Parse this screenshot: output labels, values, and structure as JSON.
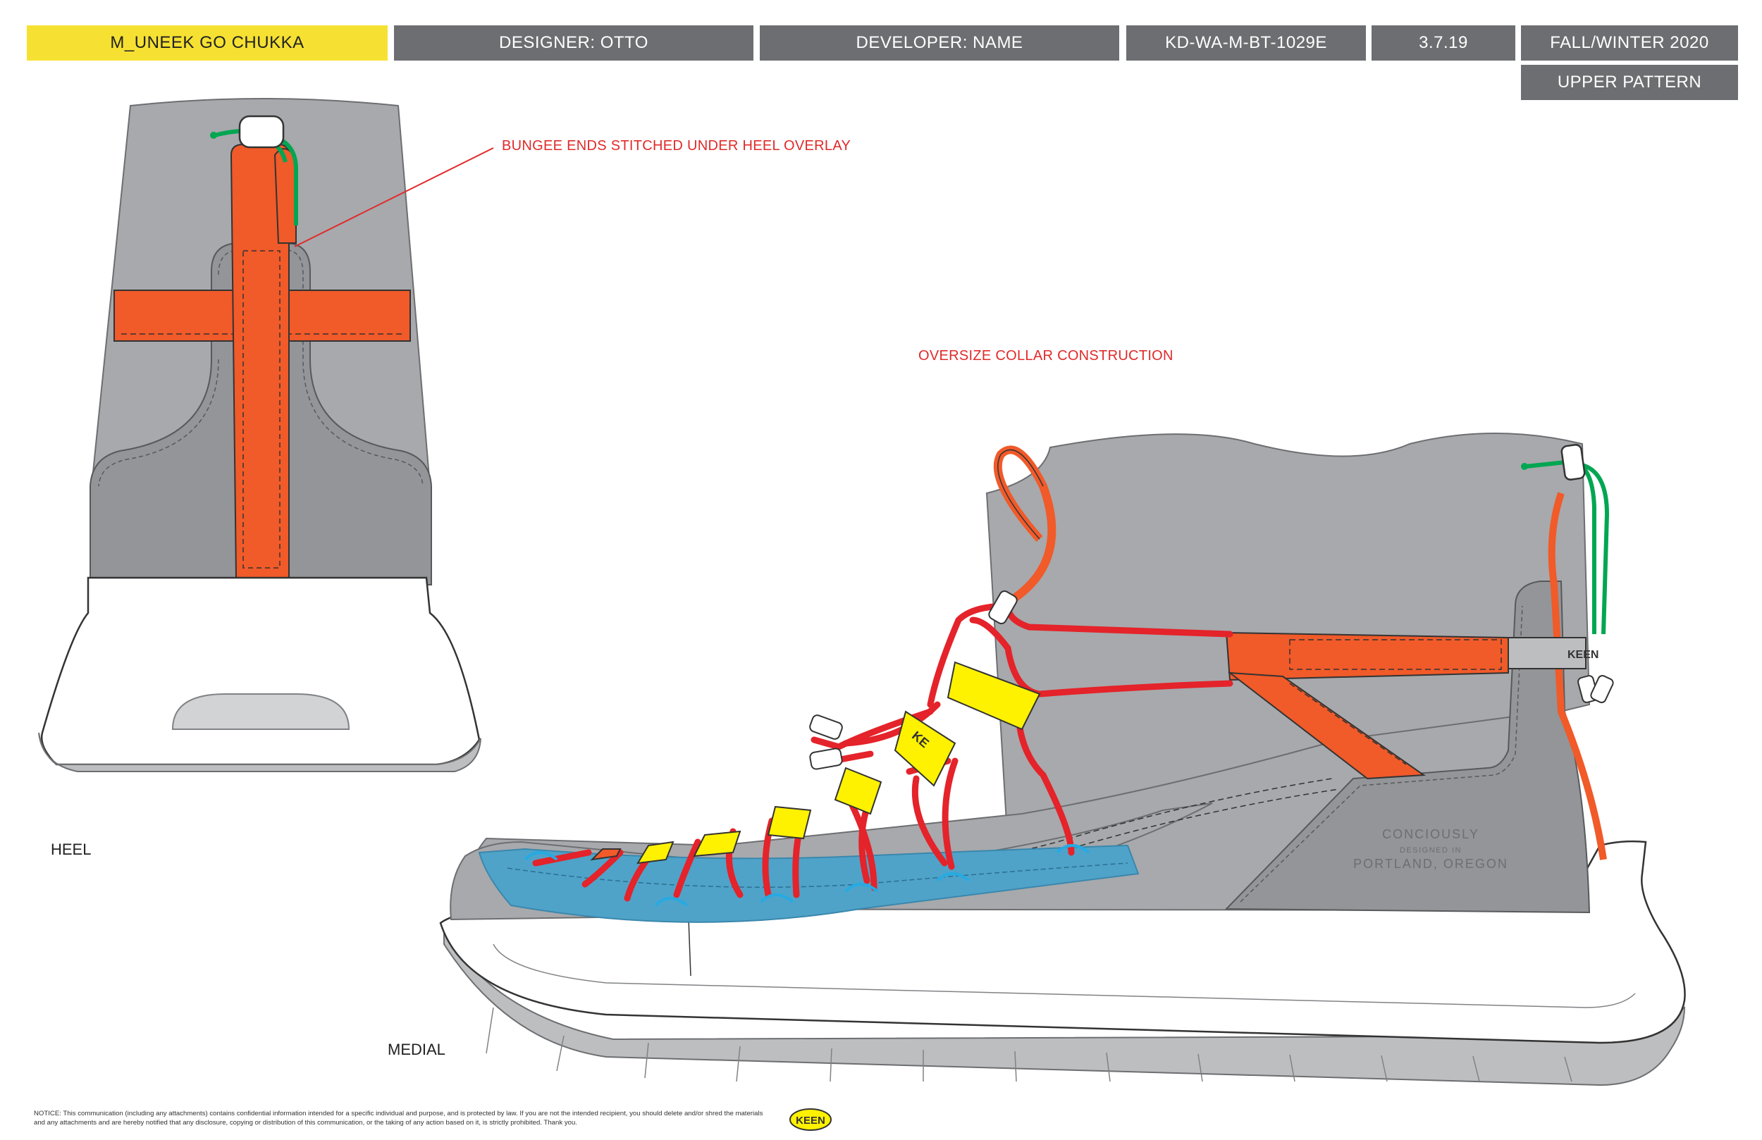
{
  "header": {
    "style_name": "M_UNEEK GO CHUKKA",
    "designer": "DESIGNER: OTTO",
    "developer": "DEVELOPER: NAME",
    "code": "KD-WA-M-BT-1029E",
    "date": "3.7.19",
    "season": "FALL/WINTER 2020",
    "sheet_type": "UPPER PATTERN"
  },
  "views": {
    "heel": "HEEL",
    "medial": "MEDIAL"
  },
  "callouts": {
    "bungee": "BUNGEE ENDS STITCHED UNDER HEEL OVERLAY",
    "collar": "OVERSIZE COLLAR CONSTRUCTION"
  },
  "shoe_print": {
    "line1": "CONCIOUSLY",
    "line2": "DESIGNED IN",
    "line3": "PORTLAND, OREGON"
  },
  "brand": {
    "logo": "KEEN",
    "tab_logo": "KEEN"
  },
  "notice": "NOTICE: This communication (including any attachments) contains confidential information intended for a specific individual and purpose, and is protected by law. If you are not the intended recipient, you should delete and/or shred the materials and any attachments and are hereby notified that any disclosure, copying or distribution of this communication, or the taking of any action based on it, is strictly prohibited. Thank you.",
  "colors": {
    "header_gray": "#6d6e71",
    "header_yellow": "#f6e132",
    "upper_light": "#a7a9ac",
    "upper_dark": "#939598",
    "overlay_orange": "#f15a29",
    "lace_red": "#e4232a",
    "bungee_green": "#00a651",
    "welt_blue": "#4fa3c9",
    "tab_yellow": "#fff200",
    "callout_red": "#e02a2a"
  }
}
